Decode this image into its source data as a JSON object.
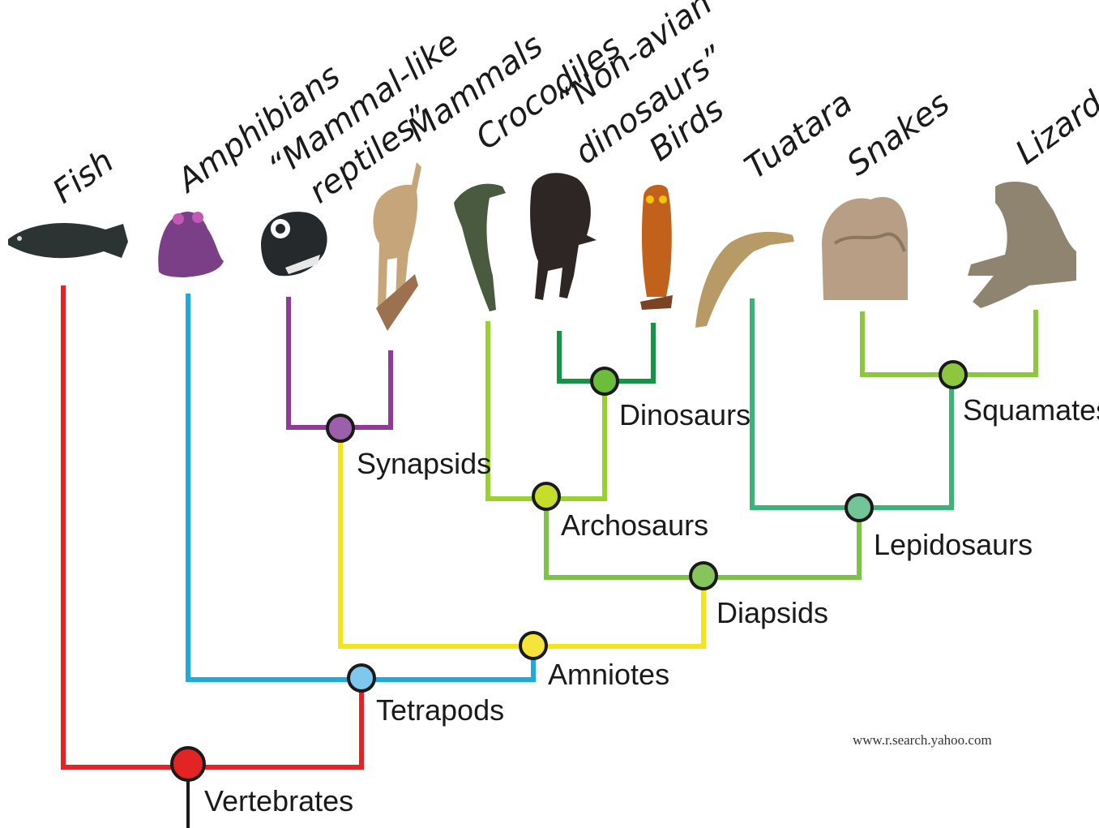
{
  "taxa": {
    "fish": "Fish",
    "amphibians": "Amphibians",
    "mammal_like_1": "“Mammal-like",
    "mammal_like_2": "reptiles”",
    "mammals": "Mammals",
    "crocodiles": "Crocodiles",
    "non_avian_1": "“Non-avian",
    "non_avian_2": "dinosaurs”",
    "birds": "Birds",
    "tuatara": "Tuatara",
    "snakes": "Snakes",
    "lizards": "Lizards"
  },
  "clades": {
    "vertebrates": "Vertebrates",
    "tetrapods": "Tetrapods",
    "amniotes": "Amniotes",
    "synapsids": "Synapsids",
    "diapsids": "Diapsids",
    "archosaurs": "Archosaurs",
    "dinosaurs": "Dinosaurs",
    "lepidosaurs": "Lepidosaurs",
    "squamates": "Squamates"
  },
  "credit": "www.r.search.yahoo.com",
  "colors": {
    "vertebrates": "#e32424",
    "tetrapods": "#1fa9e1",
    "amniotes": "#f2e61b",
    "synapsids": "#8e3c97",
    "diapsids": "#7ec24a",
    "archosaurs": "#9bd12e",
    "dinosaurs": "#159447",
    "lepidosaurs": "#3db37a",
    "squamates": "#8dc63f"
  }
}
